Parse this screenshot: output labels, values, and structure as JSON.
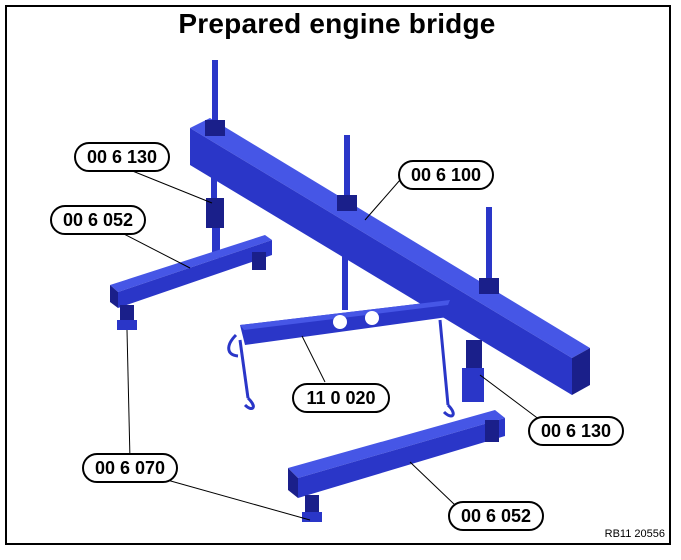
{
  "title": "Prepared engine bridge",
  "callouts": {
    "upper_left_130": "00 6 130",
    "upper_left_052": "00 6 052",
    "beam_100": "00 6 100",
    "center_020": "11 0 020",
    "lower_right_130": "00 6 130",
    "lower_left_070": "00 6 070",
    "lower_right_052": "00 6 052"
  },
  "figure_ref": "RB11 20556",
  "colors": {
    "tool_blue": "#2a36c8",
    "tool_dark": "#1a1f8a",
    "tool_light": "#4656e6",
    "outline": "#000000"
  }
}
